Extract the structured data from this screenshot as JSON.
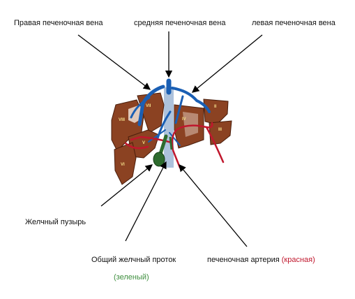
{
  "labels": {
    "right_hepatic_vein": "Правая печеночная вена",
    "middle_hepatic_vein": "средняя печеночная вена",
    "left_hepatic_vein": "левая печеночная вена",
    "gallbladder": "Желчный пузырь",
    "common_bile_duct": "Общий желчный проток",
    "common_bile_duct_note": "(зеленый)",
    "hepatic_artery": "печеночная артерия",
    "hepatic_artery_note": "(красная)"
  },
  "segments": [
    "II",
    "III",
    "IV",
    "V",
    "VI",
    "VII",
    "VIII"
  ],
  "colors": {
    "liver": "#8b4222",
    "vein": "#1a5fb4",
    "vena_cava": "#9fb7d6",
    "artery": "#c0172d",
    "bile": "#2e6b2e",
    "pointer": "#000000",
    "artery_note": "#c0172d",
    "bile_note": "#3f8f3f"
  }
}
